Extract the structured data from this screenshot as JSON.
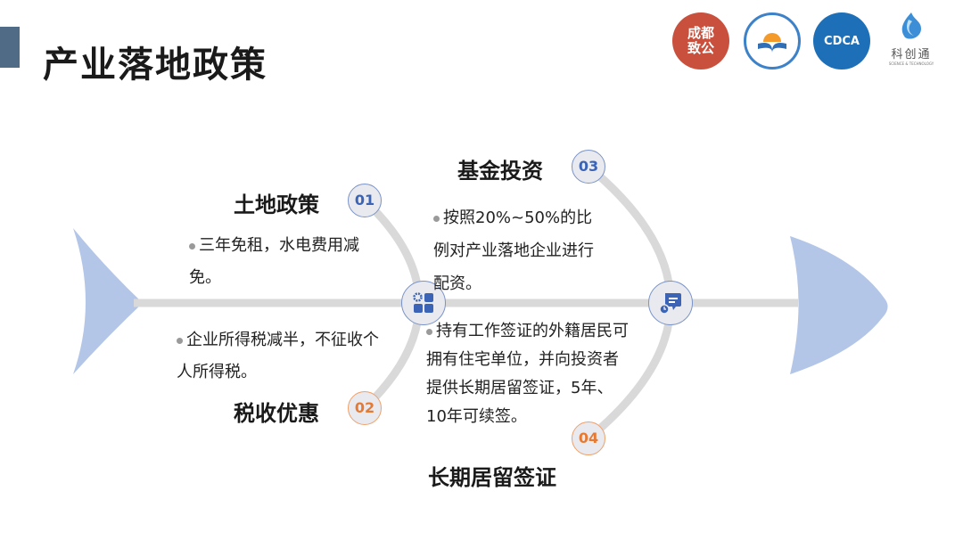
{
  "title": "产业落地政策",
  "logos": [
    {
      "name": "chengdu-zhigong-logo",
      "text": "成都致公"
    },
    {
      "name": "education-logo",
      "text": ""
    },
    {
      "name": "cdca-logo",
      "text": "CDCA"
    },
    {
      "name": "kechuangtong-logo",
      "text": "科创通",
      "subtext": "SCIENCE & TECHNOLOGY"
    }
  ],
  "items": [
    {
      "num": "01",
      "heading": "土地政策",
      "text": "三年免租，水电费用减免。"
    },
    {
      "num": "02",
      "heading": "税收优惠",
      "text": "企业所得税减半，不征收个人所得税。"
    },
    {
      "num": "03",
      "heading": "基金投资",
      "text": "按照20%~50%的比例对产业落地企业进行配资。"
    },
    {
      "num": "04",
      "heading": "长期居留签证",
      "text": "持有工作签证的外籍居民可拥有住宅单位，并向投资者提供长期居留签证，5年、10年可续签。"
    }
  ],
  "colors": {
    "accent": "#4f6b86",
    "blue": "#3b63b6",
    "orange": "#e77a32",
    "fish": "#b3c6e8",
    "bone": "#d9d9d9"
  }
}
